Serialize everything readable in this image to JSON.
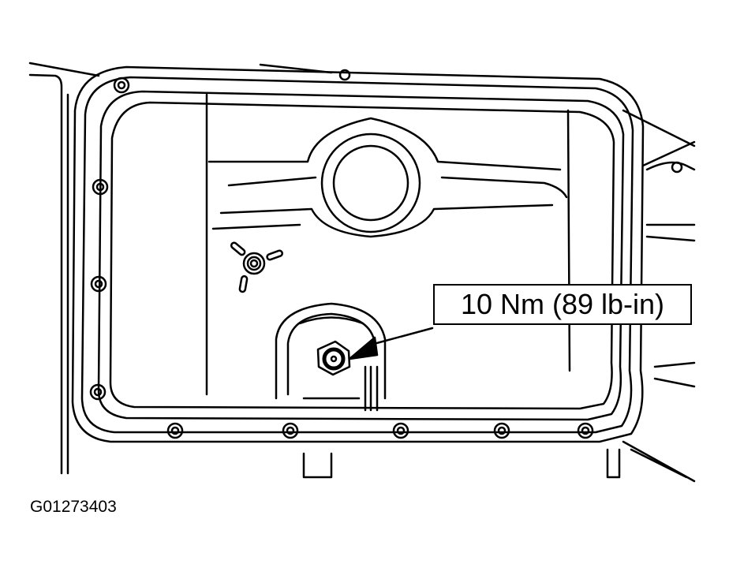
{
  "diagram": {
    "subject": "Transmission oil pan with drain plug",
    "callout": {
      "label": "10 Nm (89 lb-in)",
      "target": "drain-plug"
    },
    "figure_id": "G01273403",
    "colors": {
      "line": "#000000",
      "background": "#ffffff"
    }
  }
}
